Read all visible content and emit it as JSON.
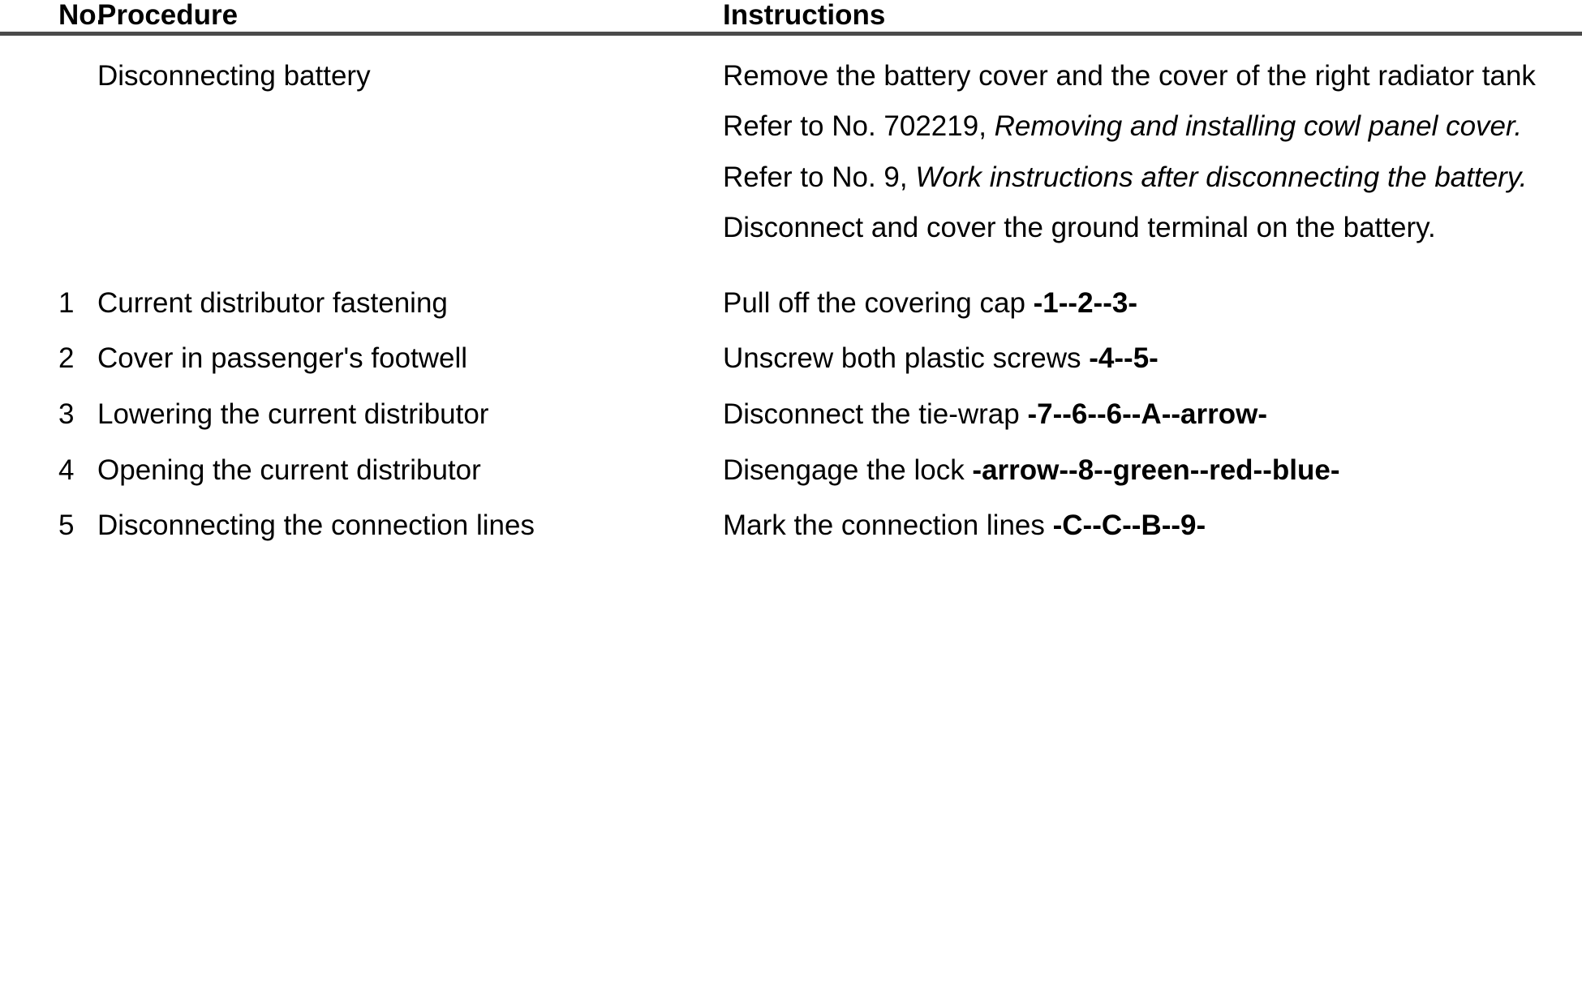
{
  "table": {
    "columns": {
      "no": "No.",
      "procedure": "Procedure",
      "instructions": "Instructions"
    },
    "rows": [
      {
        "no": "",
        "procedure": "Disconnecting battery",
        "instructions": [
          {
            "lead": "Remove the battery cover and the cover of the right radiator tank",
            "italic": "",
            "tail": "",
            "marker": ""
          },
          {
            "lead": "Refer to No. 702219, ",
            "italic": "Removing and installing cowl panel cover.",
            "tail": "",
            "marker": ""
          },
          {
            "lead": "Refer to No. 9, ",
            "italic": "Work instructions after disconnecting the battery.",
            "tail": "",
            "marker": ""
          },
          {
            "lead": "Disconnect and cover the ground terminal on the battery.",
            "italic": "",
            "tail": "",
            "marker": ""
          }
        ]
      },
      {
        "no": "1",
        "procedure": "Current distributor fastening",
        "instructions": [
          {
            "lead": "Pull off the covering cap ",
            "italic": "",
            "tail": "",
            "marker": "-1--2--3-"
          }
        ]
      },
      {
        "no": "2",
        "procedure": "Cover in passenger's footwell",
        "instructions": [
          {
            "lead": "Unscrew both plastic screws ",
            "italic": "",
            "tail": "",
            "marker": "-4--5-"
          }
        ]
      },
      {
        "no": "3",
        "procedure": "Lowering the current distributor",
        "instructions": [
          {
            "lead": "Disconnect the tie-wrap ",
            "italic": "",
            "tail": "",
            "marker": "-7--6--6--A--arrow-"
          }
        ]
      },
      {
        "no": "4",
        "procedure": "Opening the current distributor",
        "instructions": [
          {
            "lead": "Disengage the lock ",
            "italic": "",
            "tail": "",
            "marker": "-arrow--8--green--red--blue-"
          }
        ]
      },
      {
        "no": "5",
        "procedure": "Disconnecting the connection lines",
        "instructions": [
          {
            "lead": "Mark the connection lines ",
            "italic": "",
            "tail": "",
            "marker": "-C--C--B--9-"
          }
        ]
      }
    ]
  },
  "style": {
    "rule_color": "#4a4a4a",
    "text_color": "#000000",
    "background": "#ffffff"
  }
}
